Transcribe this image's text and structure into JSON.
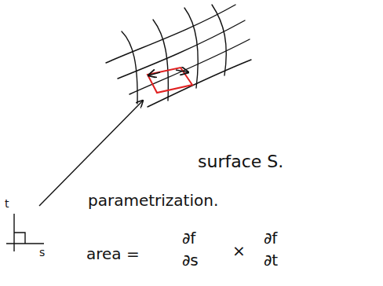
{
  "diagram": {
    "labels": [
      "t",
      "s",
      "surface S.",
      "parametrization.",
      "area =",
      "∂f",
      "∂s",
      "×",
      "∂f",
      "∂t"
    ]
  }
}
